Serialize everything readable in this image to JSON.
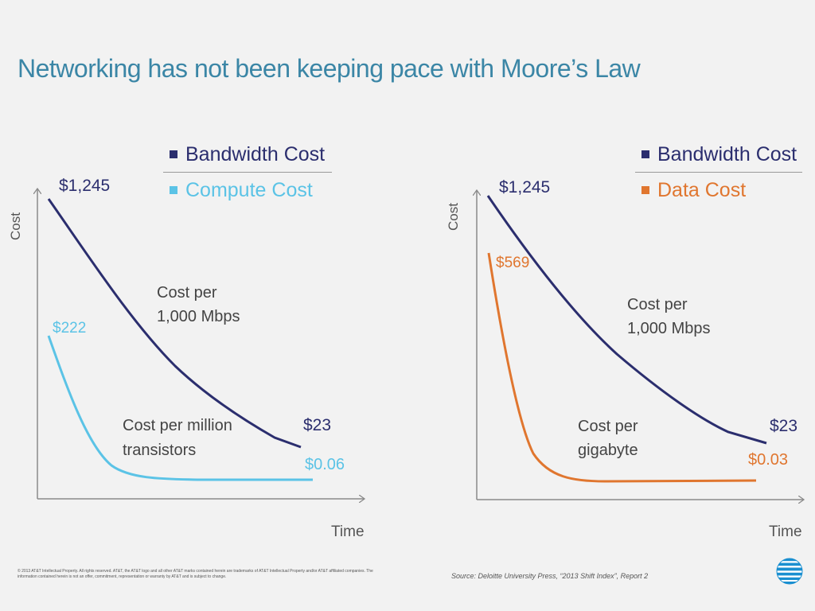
{
  "slide": {
    "title": "Networking has not been keeping pace with Moore’s Law",
    "footer_legal": "© 2013 AT&T Intellectual Property. All rights reserved. AT&T, the AT&T logo and all other AT&T marks contained herein are trademarks of AT&T Intellectual Property and/or AT&T affiliated companies. The information contained herein is not an offer, commitment, representation or warranty by AT&T and is subject to change.",
    "source": "Source: Deloitte University Press, “2013 Shift Index”, Report 2",
    "logo_icon": "att-globe-icon"
  },
  "colors": {
    "bandwidth": "#2b2e6e",
    "compute": "#5bc3e6",
    "data": "#e0762f",
    "title": "#3b86a6",
    "axis": "#8a8a8a"
  },
  "chart_data": [
    {
      "type": "line",
      "xlabel": "Time",
      "ylabel": "Cost",
      "legend": [
        "Bandwidth Cost",
        "Compute Cost"
      ],
      "series": [
        {
          "name": "Bandwidth Cost",
          "annotation": "Cost per 1,000 Mbps",
          "start_label": "$1,245",
          "end_label": "$23",
          "start_value": 1245,
          "end_value": 23
        },
        {
          "name": "Compute Cost",
          "annotation": "Cost per million transistors",
          "start_label": "$222",
          "end_label": "$0.06",
          "start_value": 222,
          "end_value": 0.06
        }
      ]
    },
    {
      "type": "line",
      "xlabel": "Time",
      "ylabel": "Cost",
      "legend": [
        "Bandwidth Cost",
        "Data Cost"
      ],
      "series": [
        {
          "name": "Bandwidth Cost",
          "annotation": "Cost per 1,000 Mbps",
          "start_label": "$1,245",
          "end_label": "$23",
          "start_value": 1245,
          "end_value": 23
        },
        {
          "name": "Data Cost",
          "annotation": "Cost per gigabyte",
          "start_label": "$569",
          "end_label": "$0.03",
          "start_value": 569,
          "end_value": 0.03
        }
      ]
    }
  ]
}
